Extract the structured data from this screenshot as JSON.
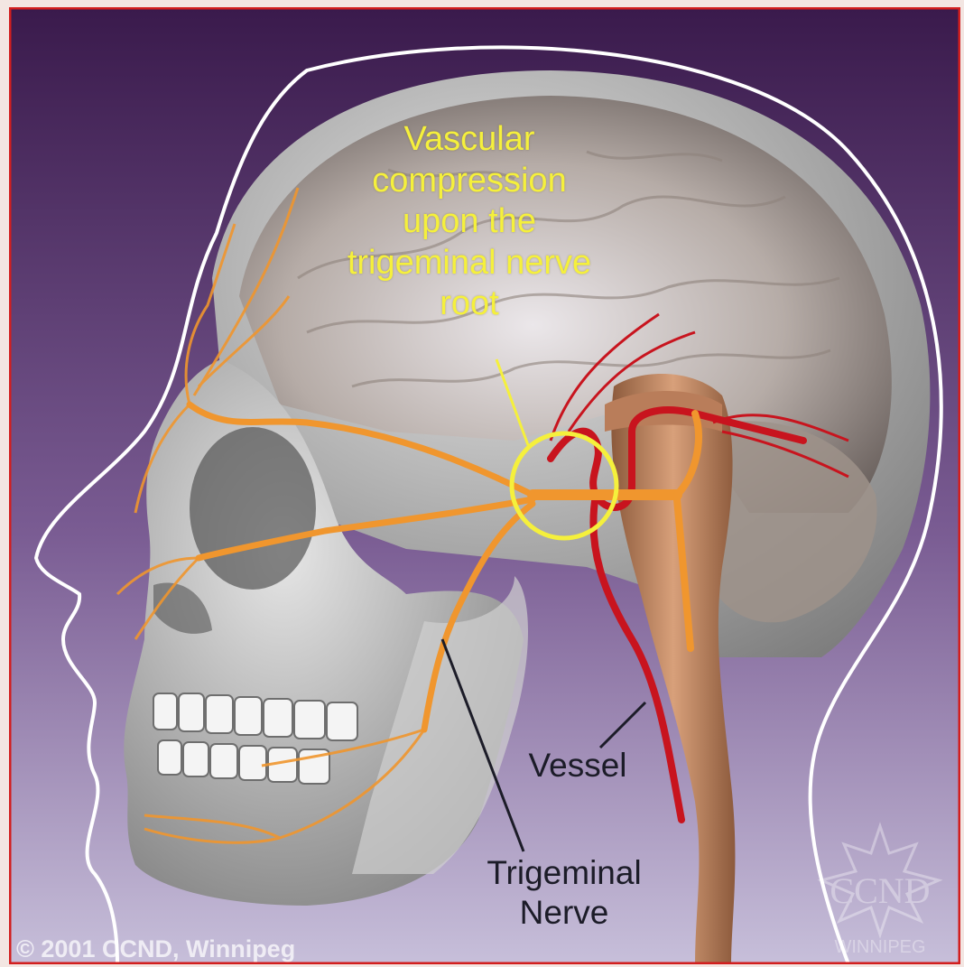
{
  "labels": {
    "compression": "Vascular\ncompression\nupon the\ntrigeminal nerve\nroot",
    "vessel": "Vessel",
    "trigeminal": "Trigeminal\nNerve"
  },
  "copyright": "© 2001 CCND, Winnipeg",
  "watermark": {
    "text_top": "CCND",
    "text_bottom": "WINNIPEG"
  },
  "colors": {
    "frame_border": "#d21e1e",
    "background_top": "#3a1a4c",
    "background_bottom": "#c7bfda",
    "nerve": "#f0962e",
    "vessel": "#c8141e",
    "highlight_circle": "#f5f03c",
    "label_yellow": "#f5f03c",
    "label_dark": "#1c1c28"
  }
}
